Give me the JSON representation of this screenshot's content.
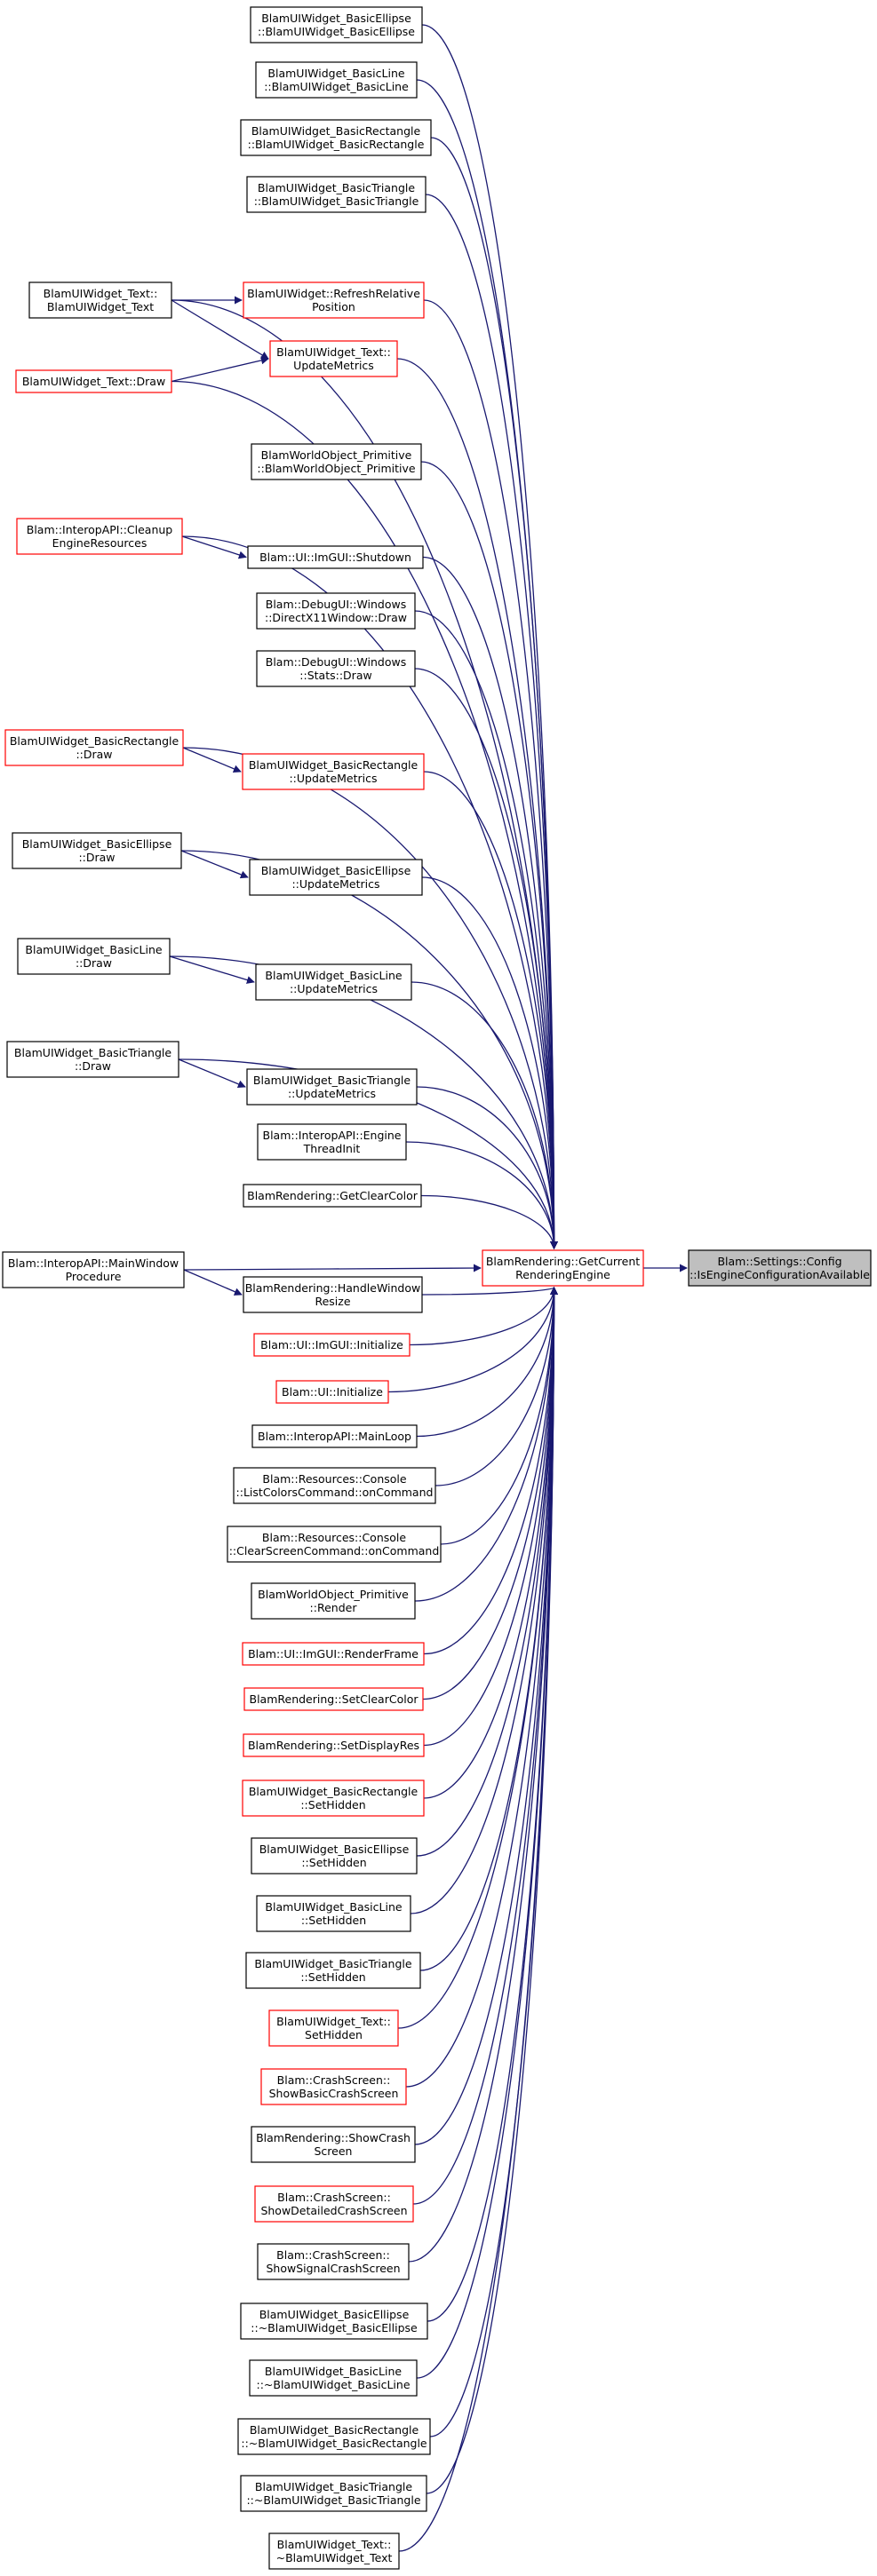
{
  "colors": {
    "edge": "#191970",
    "node_border": "#000000",
    "node_border_red": "#ff0000",
    "focus_fill": "#bfbfbf"
  },
  "focus": {
    "id": "isengine",
    "lines": [
      "Blam::Settings::Config",
      "::IsEngineConfigurationAvailable"
    ]
  },
  "hub": {
    "id": "getcurrent",
    "lines": [
      "BlamRendering::GetCurrent",
      "RenderingEngine"
    ],
    "border": "red"
  },
  "nodes": [
    {
      "id": "be_ctor",
      "lines": [
        "BlamUIWidget_BasicEllipse",
        "::BlamUIWidget_BasicEllipse"
      ],
      "border": "black"
    },
    {
      "id": "bl_ctor",
      "lines": [
        "BlamUIWidget_BasicLine",
        "::BlamUIWidget_BasicLine"
      ],
      "border": "black"
    },
    {
      "id": "br_ctor",
      "lines": [
        "BlamUIWidget_BasicRectangle",
        "::BlamUIWidget_BasicRectangle"
      ],
      "border": "black"
    },
    {
      "id": "bt_ctor",
      "lines": [
        "BlamUIWidget_BasicTriangle",
        "::BlamUIWidget_BasicTriangle"
      ],
      "border": "black"
    },
    {
      "id": "text_ctor",
      "lines": [
        "BlamUIWidget_Text::",
        "BlamUIWidget_Text"
      ],
      "border": "black"
    },
    {
      "id": "refresh",
      "lines": [
        "BlamUIWidget::RefreshRelative",
        "Position"
      ],
      "border": "red"
    },
    {
      "id": "text_um",
      "lines": [
        "BlamUIWidget_Text::",
        "UpdateMetrics"
      ],
      "border": "red"
    },
    {
      "id": "text_draw",
      "lines": [
        "BlamUIWidget_Text::Draw"
      ],
      "border": "red"
    },
    {
      "id": "wo_ctor",
      "lines": [
        "BlamWorldObject_Primitive",
        "::BlamWorldObject_Primitive"
      ],
      "border": "black"
    },
    {
      "id": "interop_cleanup",
      "lines": [
        "Blam::InteropAPI::Cleanup",
        "EngineResources"
      ],
      "border": "red"
    },
    {
      "id": "imgui_shutdown",
      "lines": [
        "Blam::UI::ImGUI::Shutdown"
      ],
      "border": "black"
    },
    {
      "id": "dx11_draw",
      "lines": [
        "Blam::DebugUI::Windows",
        "::DirectX11Window::Draw"
      ],
      "border": "black"
    },
    {
      "id": "stats_draw",
      "lines": [
        "Blam::DebugUI::Windows",
        "::Stats::Draw"
      ],
      "border": "black"
    },
    {
      "id": "br_draw",
      "lines": [
        "BlamUIWidget_BasicRectangle",
        "::Draw"
      ],
      "border": "red"
    },
    {
      "id": "br_um",
      "lines": [
        "BlamUIWidget_BasicRectangle",
        "::UpdateMetrics"
      ],
      "border": "red"
    },
    {
      "id": "be_draw",
      "lines": [
        "BlamUIWidget_BasicEllipse",
        "::Draw"
      ],
      "border": "black"
    },
    {
      "id": "be_um",
      "lines": [
        "BlamUIWidget_BasicEllipse",
        "::UpdateMetrics"
      ],
      "border": "black"
    },
    {
      "id": "bl_draw",
      "lines": [
        "BlamUIWidget_BasicLine",
        "::Draw"
      ],
      "border": "black"
    },
    {
      "id": "bl_um",
      "lines": [
        "BlamUIWidget_BasicLine",
        "::UpdateMetrics"
      ],
      "border": "black"
    },
    {
      "id": "bt_draw",
      "lines": [
        "BlamUIWidget_BasicTriangle",
        "::Draw"
      ],
      "border": "black"
    },
    {
      "id": "bt_um",
      "lines": [
        "BlamUIWidget_BasicTriangle",
        "::UpdateMetrics"
      ],
      "border": "black"
    },
    {
      "id": "engine_thread",
      "lines": [
        "Blam::InteropAPI::Engine",
        "ThreadInit"
      ],
      "border": "black"
    },
    {
      "id": "get_clear",
      "lines": [
        "BlamRendering::GetClearColor"
      ],
      "border": "black"
    },
    {
      "id": "mainwindow",
      "lines": [
        "Blam::InteropAPI::MainWindow",
        "Procedure"
      ],
      "border": "black"
    },
    {
      "id": "handle_resize",
      "lines": [
        "BlamRendering::HandleWindow",
        "Resize"
      ],
      "border": "black"
    },
    {
      "id": "imgui_init",
      "lines": [
        "Blam::UI::ImGUI::Initialize"
      ],
      "border": "red"
    },
    {
      "id": "ui_init",
      "lines": [
        "Blam::UI::Initialize"
      ],
      "border": "red"
    },
    {
      "id": "mainloop",
      "lines": [
        "Blam::InteropAPI::MainLoop"
      ],
      "border": "black"
    },
    {
      "id": "listcolors",
      "lines": [
        "Blam::Resources::Console",
        "::ListColorsCommand::onCommand"
      ],
      "border": "black"
    },
    {
      "id": "clearscreen",
      "lines": [
        "Blam::Resources::Console",
        "::ClearScreenCommand::onCommand"
      ],
      "border": "black"
    },
    {
      "id": "wo_render",
      "lines": [
        "BlamWorldObject_Primitive",
        "::Render"
      ],
      "border": "black"
    },
    {
      "id": "renderframe",
      "lines": [
        "Blam::UI::ImGUI::RenderFrame"
      ],
      "border": "red"
    },
    {
      "id": "set_clear",
      "lines": [
        "BlamRendering::SetClearColor"
      ],
      "border": "red"
    },
    {
      "id": "set_display",
      "lines": [
        "BlamRendering::SetDisplayRes"
      ],
      "border": "red"
    },
    {
      "id": "br_hidden",
      "lines": [
        "BlamUIWidget_BasicRectangle",
        "::SetHidden"
      ],
      "border": "red"
    },
    {
      "id": "be_hidden",
      "lines": [
        "BlamUIWidget_BasicEllipse",
        "::SetHidden"
      ],
      "border": "black"
    },
    {
      "id": "bl_hidden",
      "lines": [
        "BlamUIWidget_BasicLine",
        "::SetHidden"
      ],
      "border": "black"
    },
    {
      "id": "bt_hidden",
      "lines": [
        "BlamUIWidget_BasicTriangle",
        "::SetHidden"
      ],
      "border": "black"
    },
    {
      "id": "text_hidden",
      "lines": [
        "BlamUIWidget_Text::",
        "SetHidden"
      ],
      "border": "red"
    },
    {
      "id": "basic_crash",
      "lines": [
        "Blam::CrashScreen::",
        "ShowBasicCrashScreen"
      ],
      "border": "red"
    },
    {
      "id": "show_crash",
      "lines": [
        "BlamRendering::ShowCrash",
        "Screen"
      ],
      "border": "black"
    },
    {
      "id": "detailed_crash",
      "lines": [
        "Blam::CrashScreen::",
        "ShowDetailedCrashScreen"
      ],
      "border": "red"
    },
    {
      "id": "signal_crash",
      "lines": [
        "Blam::CrashScreen::",
        "ShowSignalCrashScreen"
      ],
      "border": "black"
    },
    {
      "id": "be_dtor",
      "lines": [
        "BlamUIWidget_BasicEllipse",
        "::~BlamUIWidget_BasicEllipse"
      ],
      "border": "black"
    },
    {
      "id": "bl_dtor",
      "lines": [
        "BlamUIWidget_BasicLine",
        "::~BlamUIWidget_BasicLine"
      ],
      "border": "black"
    },
    {
      "id": "br_dtor",
      "lines": [
        "BlamUIWidget_BasicRectangle",
        "::~BlamUIWidget_BasicRectangle"
      ],
      "border": "black"
    },
    {
      "id": "bt_dtor",
      "lines": [
        "BlamUIWidget_BasicTriangle",
        "::~BlamUIWidget_BasicTriangle"
      ],
      "border": "black"
    },
    {
      "id": "text_dtor",
      "lines": [
        "BlamUIWidget_Text::",
        "~BlamUIWidget_Text"
      ],
      "border": "black"
    }
  ],
  "edges": [
    [
      "getcurrent",
      "isengine"
    ],
    [
      "be_ctor",
      "getcurrent"
    ],
    [
      "bl_ctor",
      "getcurrent"
    ],
    [
      "br_ctor",
      "getcurrent"
    ],
    [
      "bt_ctor",
      "getcurrent"
    ],
    [
      "text_ctor",
      "getcurrent"
    ],
    [
      "text_ctor",
      "refresh"
    ],
    [
      "text_ctor",
      "text_um"
    ],
    [
      "refresh",
      "getcurrent"
    ],
    [
      "text_um",
      "getcurrent"
    ],
    [
      "text_draw",
      "text_um"
    ],
    [
      "text_draw",
      "getcurrent"
    ],
    [
      "wo_ctor",
      "getcurrent"
    ],
    [
      "interop_cleanup",
      "getcurrent"
    ],
    [
      "interop_cleanup",
      "imgui_shutdown"
    ],
    [
      "imgui_shutdown",
      "getcurrent"
    ],
    [
      "dx11_draw",
      "getcurrent"
    ],
    [
      "stats_draw",
      "getcurrent"
    ],
    [
      "br_draw",
      "getcurrent"
    ],
    [
      "br_draw",
      "br_um"
    ],
    [
      "br_um",
      "getcurrent"
    ],
    [
      "be_draw",
      "getcurrent"
    ],
    [
      "be_draw",
      "be_um"
    ],
    [
      "be_um",
      "getcurrent"
    ],
    [
      "bl_draw",
      "getcurrent"
    ],
    [
      "bl_draw",
      "bl_um"
    ],
    [
      "bl_um",
      "getcurrent"
    ],
    [
      "bt_draw",
      "getcurrent"
    ],
    [
      "bt_draw",
      "bt_um"
    ],
    [
      "bt_um",
      "getcurrent"
    ],
    [
      "engine_thread",
      "getcurrent"
    ],
    [
      "get_clear",
      "getcurrent"
    ],
    [
      "mainwindow",
      "getcurrent"
    ],
    [
      "mainwindow",
      "handle_resize"
    ],
    [
      "handle_resize",
      "getcurrent"
    ],
    [
      "imgui_init",
      "getcurrent"
    ],
    [
      "ui_init",
      "getcurrent"
    ],
    [
      "mainloop",
      "getcurrent"
    ],
    [
      "listcolors",
      "getcurrent"
    ],
    [
      "clearscreen",
      "getcurrent"
    ],
    [
      "wo_render",
      "getcurrent"
    ],
    [
      "renderframe",
      "getcurrent"
    ],
    [
      "set_clear",
      "getcurrent"
    ],
    [
      "set_display",
      "getcurrent"
    ],
    [
      "br_hidden",
      "getcurrent"
    ],
    [
      "be_hidden",
      "getcurrent"
    ],
    [
      "bl_hidden",
      "getcurrent"
    ],
    [
      "bt_hidden",
      "getcurrent"
    ],
    [
      "text_hidden",
      "getcurrent"
    ],
    [
      "basic_crash",
      "getcurrent"
    ],
    [
      "show_crash",
      "getcurrent"
    ],
    [
      "detailed_crash",
      "getcurrent"
    ],
    [
      "signal_crash",
      "getcurrent"
    ],
    [
      "be_dtor",
      "getcurrent"
    ],
    [
      "bl_dtor",
      "getcurrent"
    ],
    [
      "br_dtor",
      "getcurrent"
    ],
    [
      "bt_dtor",
      "getcurrent"
    ],
    [
      "text_dtor",
      "getcurrent"
    ]
  ]
}
